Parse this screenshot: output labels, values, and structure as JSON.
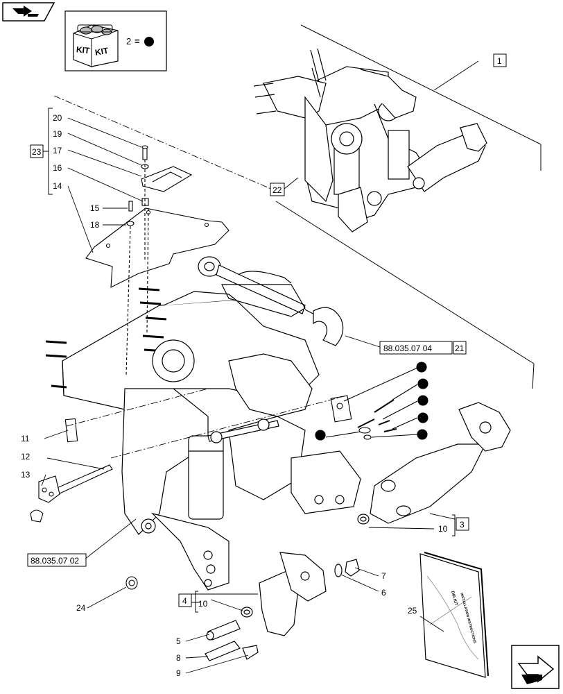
{
  "kit_legend": {
    "quantity": "2",
    "equals": "=",
    "kit_word": "KIT"
  },
  "callouts": {
    "c1": "1",
    "c3": "3",
    "c4": "4",
    "c5": "5",
    "c6": "6",
    "c7": "7",
    "c8": "8",
    "c9": "9",
    "c10_left": "10",
    "c10_right": "10",
    "c11": "11",
    "c12": "12",
    "c13": "13",
    "c14": "14",
    "c15": "15",
    "c16": "16",
    "c17": "17",
    "c18": "18",
    "c19": "19",
    "c20": "20",
    "c21": "21",
    "c22": "22",
    "c23": "23",
    "c24": "24",
    "c25": "25"
  },
  "references": {
    "ref_link": "88.035.07 04",
    "ref_frame": "88.035.07 02"
  },
  "manual": {
    "title": "DIA KIT",
    "subtitle": "INSTALLATION INSTRUCTIONS"
  },
  "icons": {
    "top_nav": "back-arrow-icon",
    "bottom_nav": "next-arrow-icon",
    "kit_dot": "filled-circle-icon"
  }
}
